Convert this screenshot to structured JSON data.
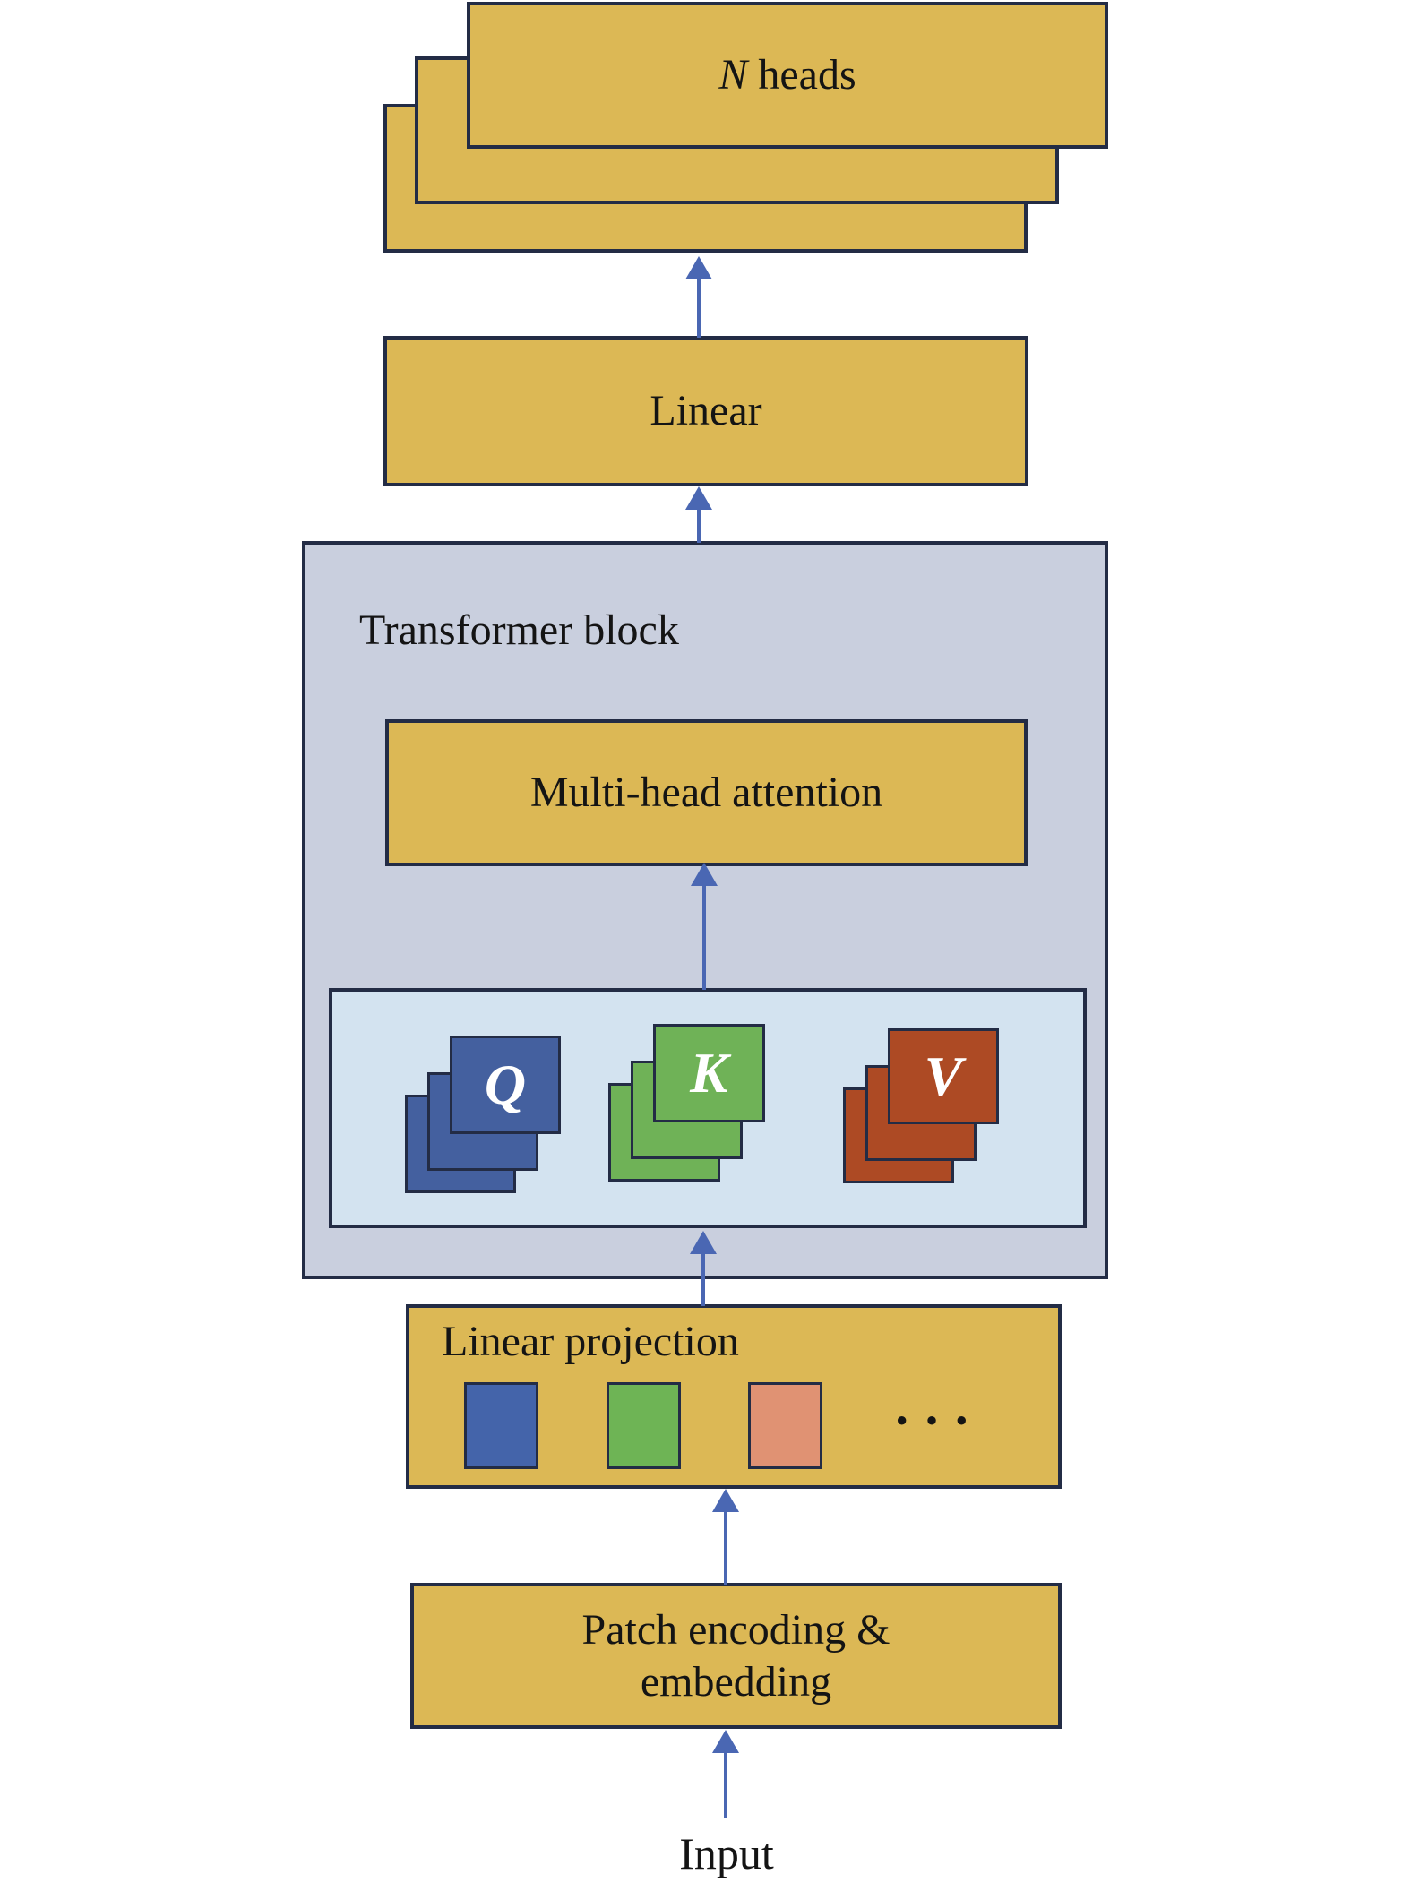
{
  "diagram": {
    "colors": {
      "gold": "#DCB855",
      "container": "#C9CFDE",
      "inner": "#D3E3F0",
      "border": "#232C45",
      "arrow": "#4A67B3",
      "q": "#44609F",
      "k": "#6FB257",
      "v": "#AD4A24",
      "token_blue": "#4464AA",
      "token_green": "#6EB455",
      "token_salmon": "#E09273",
      "text": "#141414",
      "letter": "#FFFFFF"
    },
    "nodes": {
      "heads_stack": {
        "n": "N",
        "heads": " heads",
        "stacked_rectangles": 3
      },
      "linear": {
        "label": "Linear"
      },
      "transformer_block": {
        "label": "Transformer block"
      },
      "multi_head_attention": {
        "label": "Multi-head attention"
      },
      "qkv_cards": {
        "q": "Q",
        "k": "K",
        "v": "V",
        "cards_per_stack": 3
      },
      "linear_projection": {
        "label": "Linear projection",
        "ellipsis": "···"
      },
      "patch_encoding": {
        "line1": "Patch encoding &",
        "line2": "embedding"
      },
      "input": {
        "label": "Input"
      }
    }
  }
}
